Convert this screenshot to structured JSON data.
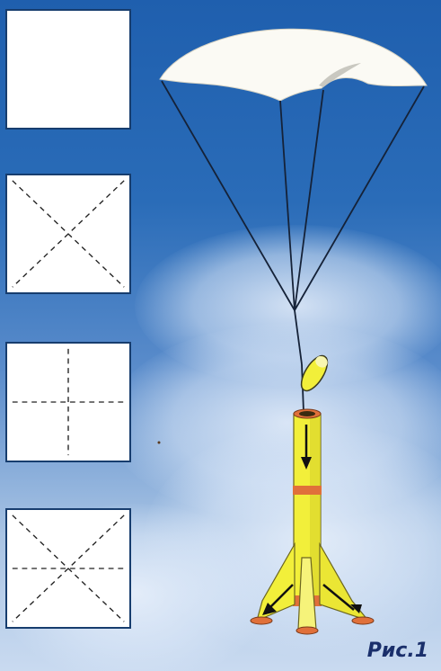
{
  "figure": {
    "caption": "Рис.1",
    "panels": [
      {
        "name": "square-plain",
        "folds": []
      },
      {
        "name": "square-diagonals",
        "folds": [
          "diagonal"
        ]
      },
      {
        "name": "square-cross",
        "folds": [
          "cross"
        ]
      },
      {
        "name": "square-diagonals-cross",
        "folds": [
          "diagonal",
          "cross"
        ]
      }
    ],
    "illustration": "parachute-rocket",
    "colors": {
      "sky": "#2a6cb8",
      "panel": "#ffffff",
      "rocket": "#f2ef3a",
      "rocket_bands": "#e0703a",
      "canopy": "#fbfaf4",
      "lines": "#152238",
      "caption": "#1a2f6b"
    }
  }
}
